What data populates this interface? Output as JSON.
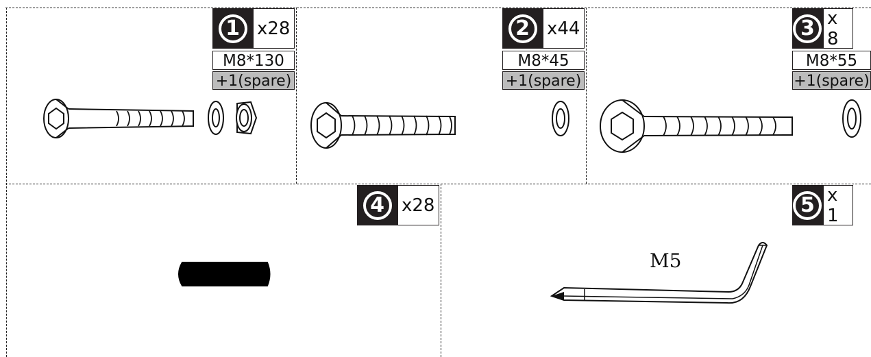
{
  "parts": [
    {
      "number": "1",
      "quantity": "x28",
      "spec": "M8*130",
      "spare": "+1(spare)",
      "contents": [
        "hex-bolt",
        "washer",
        "nut"
      ]
    },
    {
      "number": "2",
      "quantity": "x44",
      "spec": "M8*45",
      "spare": "+1(spare)",
      "contents": [
        "hex-bolt",
        "washer"
      ]
    },
    {
      "number": "3",
      "quantity": "x 8",
      "spec": "M8*55",
      "spare": "+1(spare)",
      "contents": [
        "hex-bolt",
        "washer"
      ]
    },
    {
      "number": "4",
      "quantity": "x28",
      "contents": [
        "dowel"
      ]
    },
    {
      "number": "5",
      "quantity": "x 1",
      "label": "M5",
      "contents": [
        "allen-key"
      ]
    }
  ]
}
